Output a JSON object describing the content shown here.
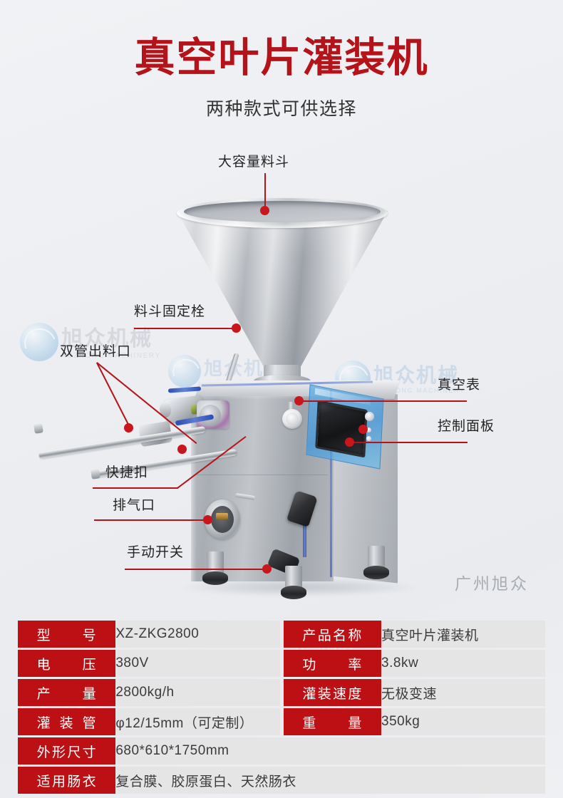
{
  "header": {
    "title": "真空叶片灌装机",
    "subtitle": "两种款式可供选择"
  },
  "brand": {
    "footer_text": "广州旭众",
    "watermark_cn": "旭众机械",
    "watermark_en": "XUZHONG MACHINERY"
  },
  "callouts": [
    {
      "id": "hopper",
      "label": "大容量料斗"
    },
    {
      "id": "hopper-bolt",
      "label": "料斗固定栓"
    },
    {
      "id": "dual-outlet",
      "label": "双管出料口"
    },
    {
      "id": "quick-buckle",
      "label": "快捷扣"
    },
    {
      "id": "exhaust-port",
      "label": "排气口"
    },
    {
      "id": "manual-switch",
      "label": "手动开关"
    },
    {
      "id": "vacuum-gauge",
      "label": "真空表"
    },
    {
      "id": "control-panel",
      "label": "控制面板"
    }
  ],
  "spec_table": {
    "rows": [
      {
        "left_label": "型  号",
        "left_label_chars": "型号",
        "left_value": "XZ-ZKG2800",
        "right_label": "产品名称",
        "right_label_chars": "产品名称",
        "right_value": "真空叶片灌装机",
        "full_width": false
      },
      {
        "left_label": "电  压",
        "left_label_chars": "电压",
        "left_value": "380V",
        "right_label": "功  率",
        "right_label_chars": "功率",
        "right_value": "3.8kw",
        "full_width": false
      },
      {
        "left_label": "产  量",
        "left_label_chars": "产量",
        "left_value": "2800kg/h",
        "right_label": "灌装速度",
        "right_label_chars": "灌装速度",
        "right_value": "无极变速",
        "full_width": false
      },
      {
        "left_label": "灌装管",
        "left_label_chars": "灌装管",
        "left_value": "φ12/15mm（可定制）",
        "right_label": "重  量",
        "right_label_chars": "重量",
        "right_value": "350kg",
        "full_width": false
      },
      {
        "left_label": "外形尺寸",
        "left_label_chars": "外形尺寸",
        "left_value": "680*610*1750mm",
        "right_label": "",
        "right_label_chars": "",
        "right_value": "",
        "full_width": true
      },
      {
        "left_label": "适用肠衣",
        "left_label_chars": "适用肠衣",
        "left_value": "复合膜、胶原蛋白、天然肠衣",
        "right_label": "",
        "right_label_chars": "",
        "right_value": "",
        "full_width": true
      }
    ]
  },
  "colors": {
    "brand_red": "#bc1014",
    "title_red": "#b5131a",
    "value_bg": "#e5e5e5",
    "page_bg": "#eef0f3"
  }
}
